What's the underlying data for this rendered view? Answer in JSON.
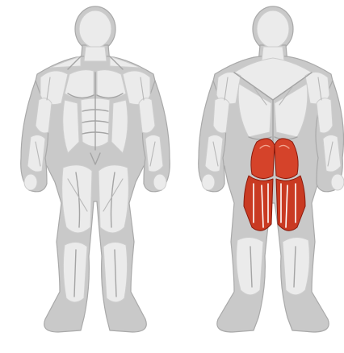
{
  "figures": [
    {
      "view": "front",
      "highlighted_muscles": []
    },
    {
      "view": "back",
      "highlighted_muscles": [
        "gluteus-maximus",
        "hamstrings"
      ]
    }
  ],
  "colors": {
    "background": "#ffffff",
    "body_outline": "#a9a9a9",
    "body_shadow": "#c9c9c9",
    "muscle_light": "#ebebeb",
    "highlight": "#d5432a",
    "highlight_dark": "#8a1a0c"
  }
}
